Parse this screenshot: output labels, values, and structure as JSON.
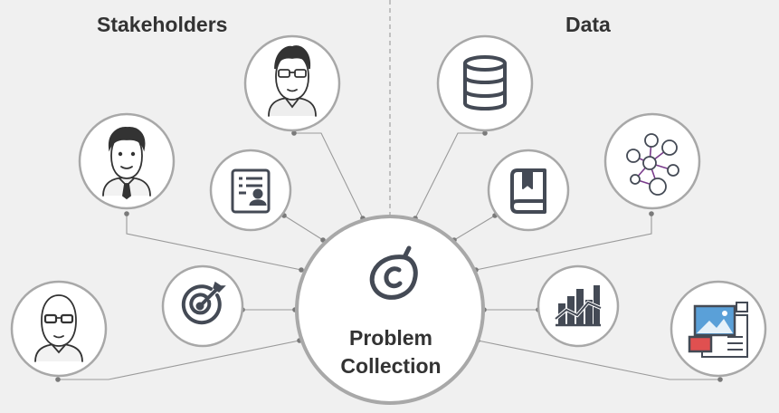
{
  "headings": {
    "stakeholders": "Stakeholders",
    "data": "Data"
  },
  "center": {
    "line1": "Problem",
    "line2": "Collection",
    "icon": "pear-icon"
  },
  "nodes": {
    "left": [
      {
        "icon": "person-glasses-icon"
      },
      {
        "icon": "businessman-icon"
      },
      {
        "icon": "id-document-icon"
      },
      {
        "icon": "target-icon"
      },
      {
        "icon": "bald-person-glasses-icon"
      }
    ],
    "right": [
      {
        "icon": "database-icon"
      },
      {
        "icon": "network-graph-icon"
      },
      {
        "icon": "book-icon"
      },
      {
        "icon": "bar-line-chart-icon"
      },
      {
        "icon": "images-document-icon"
      }
    ]
  },
  "colors": {
    "background": "#f0f0f0",
    "circle_stroke": "#a8a8a8",
    "icon": "#444a55",
    "text": "#333333",
    "accent_purple": "#7a3c8c",
    "accent_red": "#e05050",
    "accent_blue": "#5aa0d8"
  }
}
